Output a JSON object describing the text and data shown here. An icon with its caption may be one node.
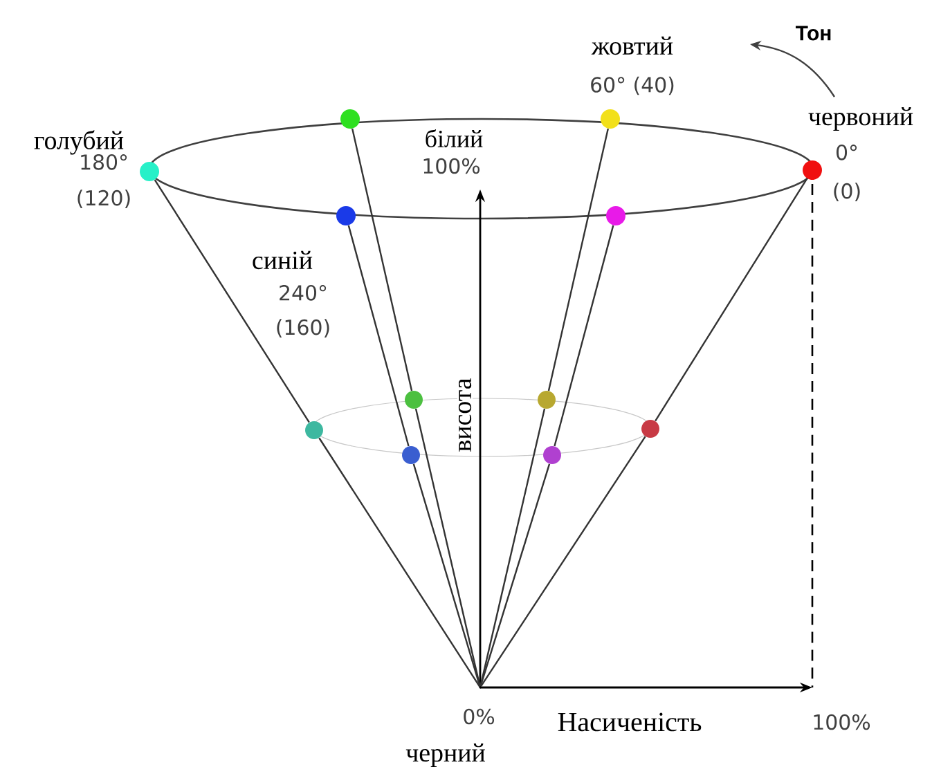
{
  "diagram": {
    "nodes": [
      {
        "text": [
          "голубий",
          "180° (120)"
        ]
      },
      {
        "text": [],
        "shape": "circle"
      },
      {
        "text": [
          "жовтий",
          "60° (40)"
        ]
      },
      {
        "text": [
          "червоний",
          "0° (0)"
        ]
      },
      {
        "text": [
          "синій",
          "240° (160)"
        ]
      },
      {
        "text": [],
        "shape": "circle"
      },
      {
        "text": [],
        "shape": "circle"
      },
      {
        "text": [],
        "shape": "circle"
      },
      {
        "text": [],
        "shape": "circle"
      },
      {
        "text": [],
        "shape": "circle"
      },
      {
        "text": [],
        "shape": "circle"
      },
      {
        "text": [],
        "shape": "circle"
      },
      {
        "text": [
          "черний"
        ]
      }
    ],
    "edges": [
      {
        "from": 12,
        "to": 6,
        "arrow": "none"
      },
      {
        "from": 6,
        "to": 0,
        "arrow": "none"
      },
      {
        "from": 12,
        "to": 7,
        "arrow": "none"
      },
      {
        "from": 7,
        "to": 1,
        "arrow": "none"
      },
      {
        "from": 12,
        "to": 8,
        "arrow": "none"
      },
      {
        "from": 8,
        "to": 2,
        "arrow": "none"
      },
      {
        "from": 12,
        "to": 9,
        "arrow": "none"
      },
      {
        "from": 9,
        "to": 3,
        "arrow": "none"
      },
      {
        "from": 12,
        "to": 10,
        "arrow": "none"
      },
      {
        "from": 10,
        "to": 4,
        "arrow": "none"
      },
      {
        "from": 12,
        "to": 11,
        "arrow": "none"
      },
      {
        "from": 11,
        "to": 5,
        "arrow": "none"
      }
    ],
    "labels": [
      "Тон",
      "білий",
      "100%",
      "висота",
      "0%",
      "Насиченість",
      "100%"
    ]
  }
}
